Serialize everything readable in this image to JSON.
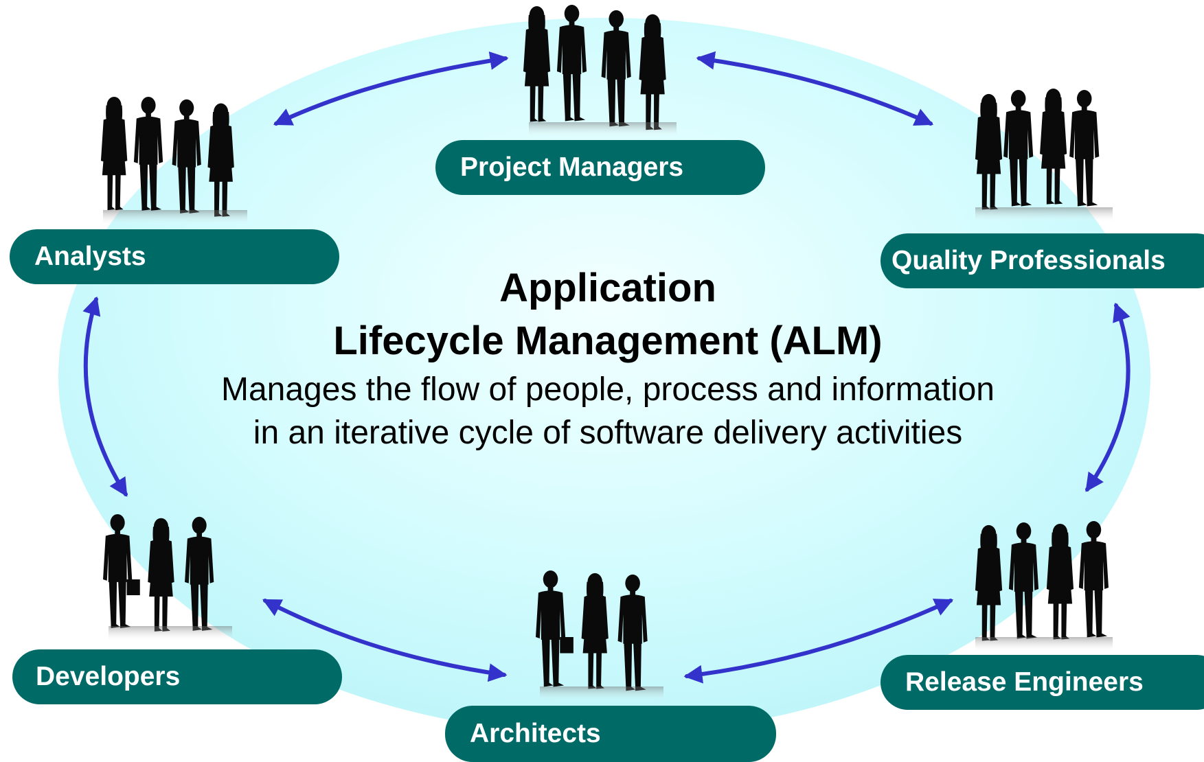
{
  "diagram": {
    "title_line1": "Application",
    "title_line2": "Lifecycle Management (ALM)",
    "subtitle_line1": "Manages the flow of people, process and information",
    "subtitle_line2": "in an iterative cycle of software delivery activities"
  },
  "roles": {
    "project_managers": "Project Managers",
    "analysts": "Analysts",
    "quality_professionals": "Quality Professionals",
    "developers": "Developers",
    "architects": "Architects",
    "release_engineers": "Release Engineers"
  },
  "colors": {
    "ellipse_fill": "#c9fbfd",
    "pill_fill": "#006a66",
    "arrow": "#3333cc",
    "silhouette": "#0a0a0a"
  }
}
